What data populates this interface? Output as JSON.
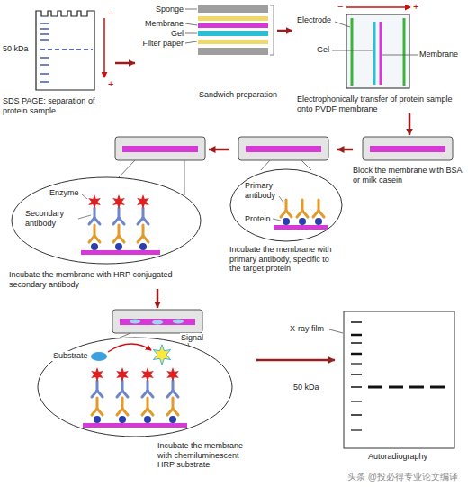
{
  "diagram": {
    "nodes": [
      {
        "text": [
          "SDS PAGE: separation of protein sample"
        ]
      },
      {
        "text": [
          "Sandwich preparation"
        ]
      },
      {
        "text": [
          "Electrophonically transfer of protein sample onto PVDF membrane"
        ]
      },
      {
        "text": [
          "Block the membrane with BSA or milk casein"
        ]
      },
      {
        "text": [
          "Incubate the membrane with primary antibody, specific to the target protein"
        ]
      },
      {
        "text": [
          "Incubate the membrane with HRP conjugated secondary antibody"
        ]
      },
      {
        "text": [
          "Incubate the membrane with chemiluminescent HRP substrate"
        ]
      },
      {
        "text": [
          "Autoradiography"
        ]
      }
    ],
    "edges": [
      {
        "from": 0,
        "to": 1,
        "arrow": "to"
      },
      {
        "from": 1,
        "to": 2,
        "arrow": "to"
      },
      {
        "from": 2,
        "to": 3,
        "arrow": "to"
      },
      {
        "from": 3,
        "to": 4,
        "arrow": "to"
      },
      {
        "from": 4,
        "to": 5,
        "arrow": "to"
      },
      {
        "from": 5,
        "to": 6,
        "arrow": "to"
      },
      {
        "from": 6,
        "to": 7,
        "arrow": "to"
      }
    ],
    "labels": [
      "−",
      "+",
      "50 kDa",
      "Sponge",
      "Membrane",
      "Gel",
      "Filter paper",
      "Electrode",
      "−",
      "+",
      "Gel",
      "Membrane",
      "Primary antibody",
      "Protein",
      "Enzyme",
      "Secondary antibody",
      "Substrate",
      "Signal",
      "X-ray film",
      "50 kDa",
      "头条 @投必得专业论文编译"
    ]
  }
}
